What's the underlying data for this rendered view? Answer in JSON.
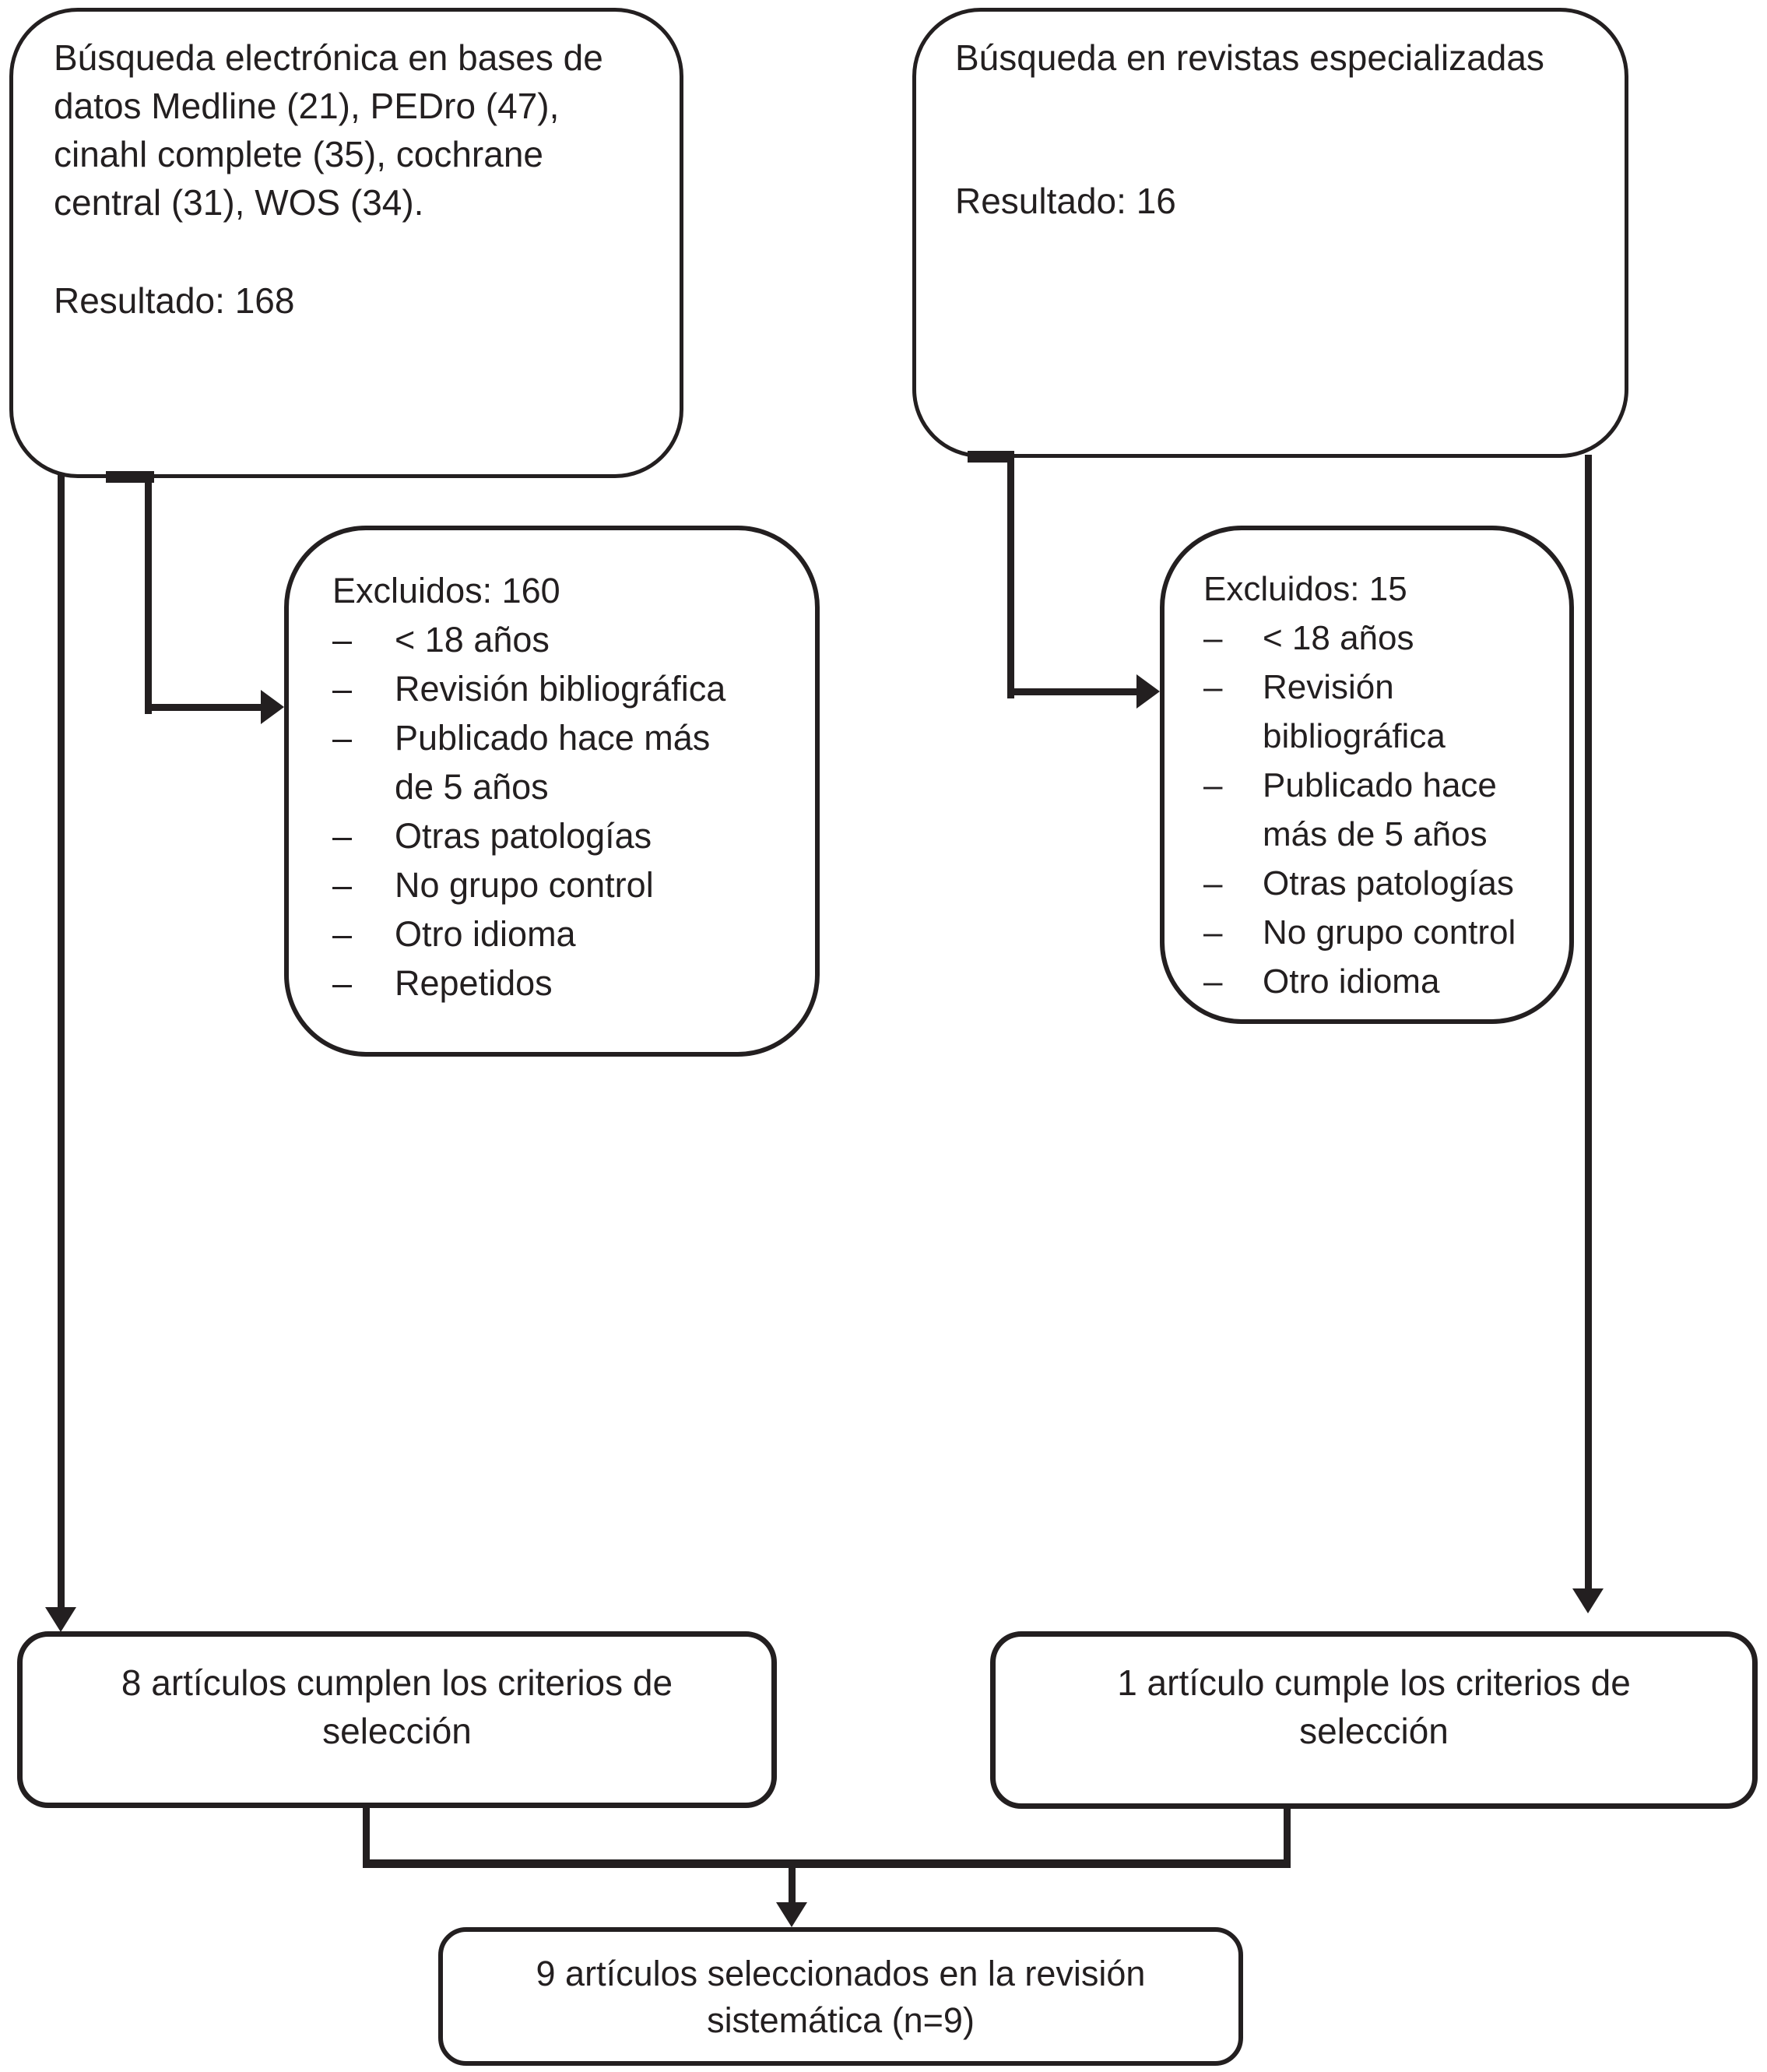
{
  "diagram": {
    "bullet": "–",
    "colors": {
      "line": "#231f20",
      "background": "#ffffff"
    },
    "boxes": {
      "search_db": {
        "text": "Búsqueda electrónica en bases de\ndatos Medline (21), PEDro (47),\ncinahl complete (35), cochrane\ncentral (31), WOS (34).",
        "result": "Resultado: 168"
      },
      "search_journals": {
        "text": "Búsqueda en revistas especializadas",
        "result": "Resultado: 16"
      },
      "excluded_db": {
        "title": "Excluidos: 160",
        "items": [
          "< 18 años",
          "Revisión bibliográfica",
          "Publicado hace más\nde 5 años",
          "Otras patologías",
          "No grupo control",
          "Otro idioma",
          "Repetidos"
        ]
      },
      "excluded_journals": {
        "title": "Excluidos: 15",
        "items": [
          "< 18 años",
          "Revisión\nbibliográfica",
          "Publicado hace\nmás de 5 años",
          "Otras patologías",
          "No grupo control",
          "Otro idioma"
        ]
      },
      "selected_db": {
        "text": "8 artículos cumplen los criterios de\nselección"
      },
      "selected_journals": {
        "text": "1 artículo cumple los criterios de\nselección"
      },
      "final": {
        "text": "9 artículos seleccionados en la revisión\nsistemática (n=9)"
      }
    }
  }
}
